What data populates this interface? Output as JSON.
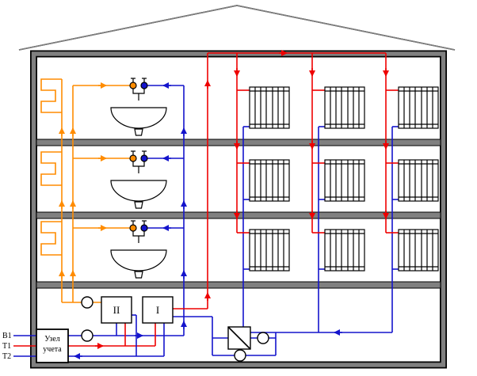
{
  "diagram": {
    "labels": {
      "inlet_b1": "В1",
      "inlet_t1": "Т1",
      "inlet_t2": "Т2",
      "metering_unit_line1": "Узел",
      "metering_unit_line2": "учета",
      "stage_one": "I",
      "stage_two": "II"
    },
    "colors": {
      "supply_red": "#ee0000",
      "return_blue": "#1414cc",
      "hot_water_orange": "#ff8c00",
      "wall_gray": "#808080"
    },
    "components": {
      "floors": 3,
      "radiators_per_floor": 3,
      "sinks": 3,
      "heated_towel_rails": 3,
      "pumps": 4,
      "heat_exchanger_stages": 2
    },
    "icons": {
      "pump-icon": "circle-with-triangle",
      "valve-icon": "colored-circle-with-handle",
      "radiator-icon": "finned-rectangle",
      "sink-icon": "half-ellipse-basin",
      "faucet-icon": "mixer-tap",
      "filter-icon": "square-with-diagonal",
      "towel-rail-icon": "orange-serpentine"
    }
  }
}
